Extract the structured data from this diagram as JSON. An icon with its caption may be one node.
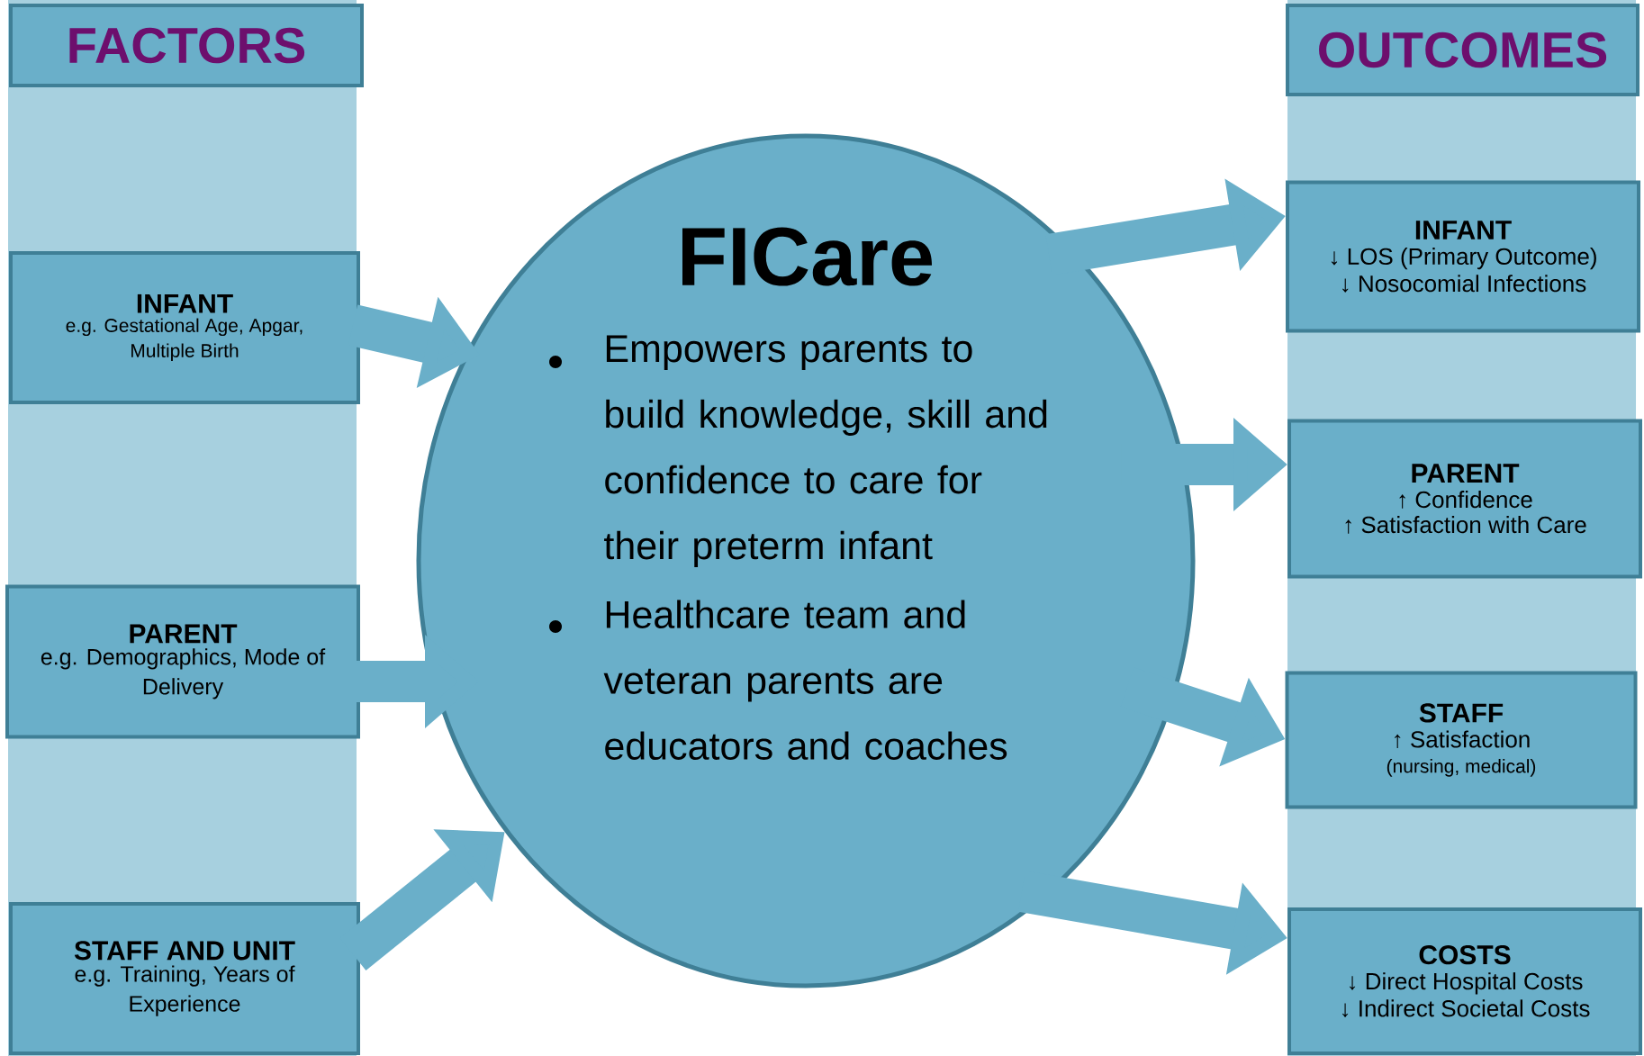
{
  "diagram": {
    "nodes": [
      {
        "text": [
          "FACTORS"
        ]
      },
      {
        "text": [
          "INFANT",
          "e.g. Gestational Age, Apgar, Multiple Birth"
        ],
        "in": 0
      },
      {
        "text": [
          "PARENT",
          "e.g. Demographics, Mode of Delivery"
        ],
        "in": 0
      },
      {
        "text": [
          "STAFF AND UNIT",
          "e.g. Training, Years of Experience"
        ],
        "in": 0
      },
      {
        "text": [
          "FICare",
          "Empowers parents to build knowledge, skill and confidence to care for their preterm infant",
          "Healthcare team and veteran parents are educators and coaches"
        ]
      },
      {
        "text": [
          "OUTCOMES"
        ]
      },
      {
        "text": [
          "INFANT",
          "↓ LOS (Primary Outcome)",
          "↓ Nosocomial Infections"
        ],
        "in": 5
      },
      {
        "text": [
          "PARENT",
          "↑ Confidence",
          "↑ Satisfaction with Care"
        ],
        "in": 5
      },
      {
        "text": [
          "STAFF",
          "↑ Satisfaction",
          "(nursing, medical)"
        ],
        "in": 5
      },
      {
        "text": [
          "COSTS",
          "↓ Direct Hospital Costs",
          "↓ Indirect Societal Costs"
        ],
        "in": 5
      }
    ],
    "edges": [
      {
        "from": 1,
        "to": 4,
        "arrow": "to"
      },
      {
        "from": 2,
        "to": 4,
        "arrow": "to"
      },
      {
        "from": 3,
        "to": 4,
        "arrow": "to"
      },
      {
        "from": 4,
        "to": 6,
        "arrow": "to"
      },
      {
        "from": 4,
        "to": 7,
        "arrow": "to"
      },
      {
        "from": 4,
        "to": 8,
        "arrow": "to"
      },
      {
        "from": 4,
        "to": 9,
        "arrow": "to"
      }
    ]
  }
}
